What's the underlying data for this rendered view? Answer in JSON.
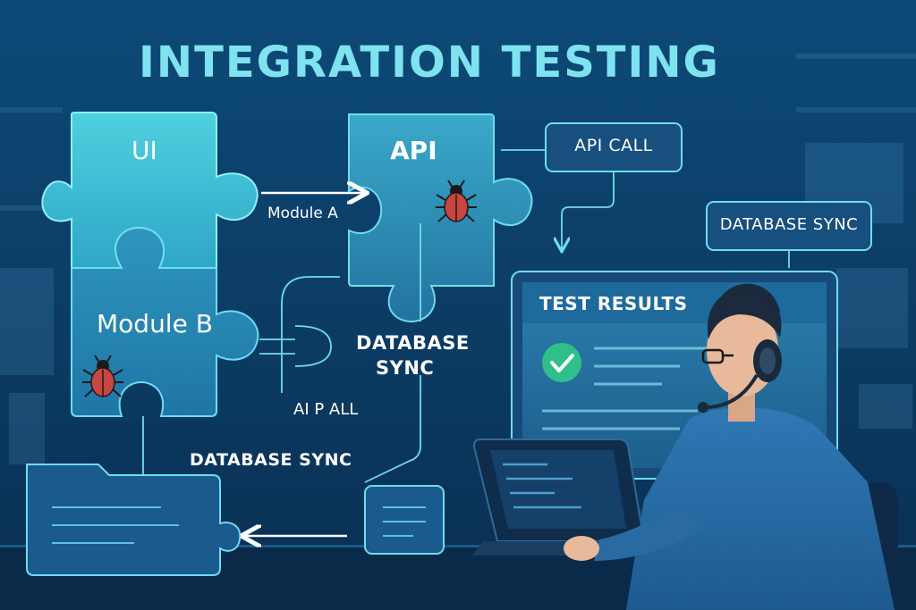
{
  "title": "INTEGRATION TESTING",
  "puzzle": {
    "ui_label": "UI",
    "api_label": "API",
    "module_b_label": "Module B"
  },
  "labels": {
    "module_a_arrow": "Module A",
    "api_call_box": "API CALL",
    "database_sync_box": "DATABASE SYNC",
    "database_sync_center_line1": "DATABASE",
    "database_sync_center_line2": "SYNC",
    "ai_p_all": "AI P ALL",
    "database_sync_bottom": "DATABASE SYNC"
  },
  "monitor": {
    "header": "TEST RESULTS",
    "status_icon": "check-icon"
  },
  "icons": [
    "bug-icon",
    "bug-icon",
    "check-icon",
    "headset-icon",
    "laptop-icon"
  ],
  "colors": {
    "background": "#0d3b66",
    "puzzle_top": "#48c6d6",
    "puzzle_bottom": "#2f93bc",
    "accent_glow": "#6fdcf0",
    "bug": "#c8463f",
    "check": "#2fbf8a",
    "title": "#7fe3ef"
  }
}
